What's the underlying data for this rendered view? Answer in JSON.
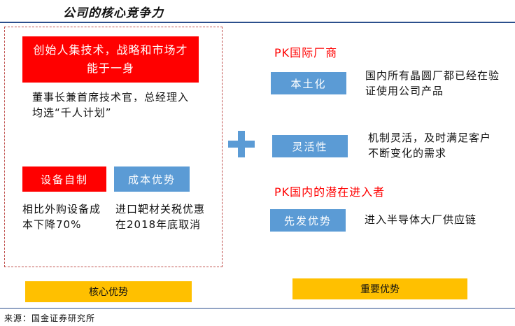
{
  "title": "公司的核心竞争力",
  "left": {
    "founder_box": "创始人集技术，战略和市场才能于一身",
    "founder_desc": "董事长兼首席技术官，总经理入均选“千人计划”",
    "equipment_box": "设备自制",
    "equipment_desc": "相比外购设备成本下降70%",
    "cost_box": "成本优势",
    "cost_desc": "进口靶材关税优惠在2018年底取消",
    "footer": "核心优势"
  },
  "right": {
    "pk1_title": "PK国际厂商",
    "localization_box": "本土化",
    "localization_desc": "国内所有晶圆厂都已经在验证使用公司产品",
    "flexibility_box": "灵活性",
    "flexibility_desc": "机制灵活，及时满足客户不断变化的需求",
    "pk2_title": "PK国内的潜在进入者",
    "first_mover_box": "先发优势",
    "first_mover_desc": "进入半导体大厂供应链",
    "footer": "重要优势"
  },
  "source": "来源：国金证券研究所",
  "colors": {
    "red": "#ff0000",
    "blue": "#5b9bd5",
    "yellow": "#ffc000",
    "dashed_border": "#c0504d",
    "rule": "#2b4f8c"
  }
}
